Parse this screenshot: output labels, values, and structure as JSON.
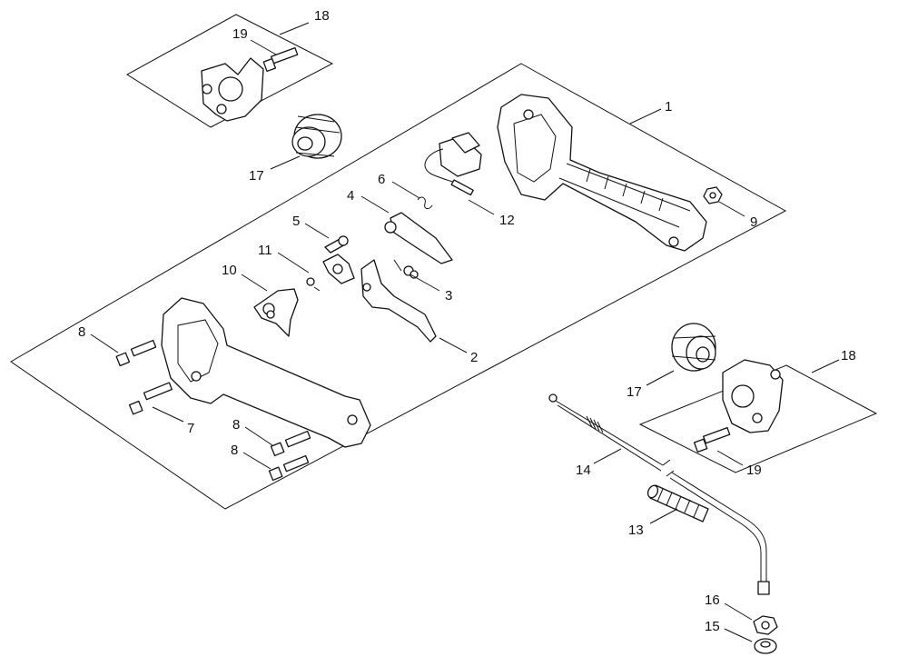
{
  "callouts": {
    "c1": "1",
    "c2": "2",
    "c3": "3",
    "c4": "4",
    "c5": "5",
    "c6": "6",
    "c7": "7",
    "c8a": "8",
    "c8b": "8",
    "c8c": "8",
    "c9": "9",
    "c10": "10",
    "c11": "11",
    "c12": "12",
    "c13": "13",
    "c14": "14",
    "c15": "15",
    "c16": "16",
    "c17a": "17",
    "c17b": "17",
    "c18a": "18",
    "c18b": "18",
    "c19a": "19",
    "c19b": "19"
  },
  "colors": {
    "line": "#111111",
    "background": "#ffffff"
  }
}
